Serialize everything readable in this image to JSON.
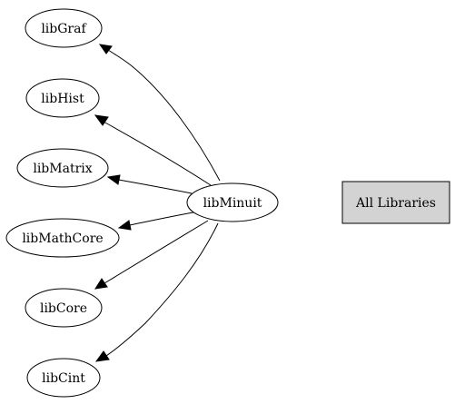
{
  "diagram": {
    "center": {
      "label": "libMinuit"
    },
    "dependencies": [
      {
        "label": "libGraf"
      },
      {
        "label": "libHist"
      },
      {
        "label": "libMatrix"
      },
      {
        "label": "libMathCore"
      },
      {
        "label": "libCore"
      },
      {
        "label": "libCint"
      }
    ],
    "all_libraries": {
      "label": "All Libraries"
    }
  },
  "colors": {
    "node_fill": "#ffffff",
    "stroke": "#000000",
    "button_fill": "#d3d3d3"
  }
}
